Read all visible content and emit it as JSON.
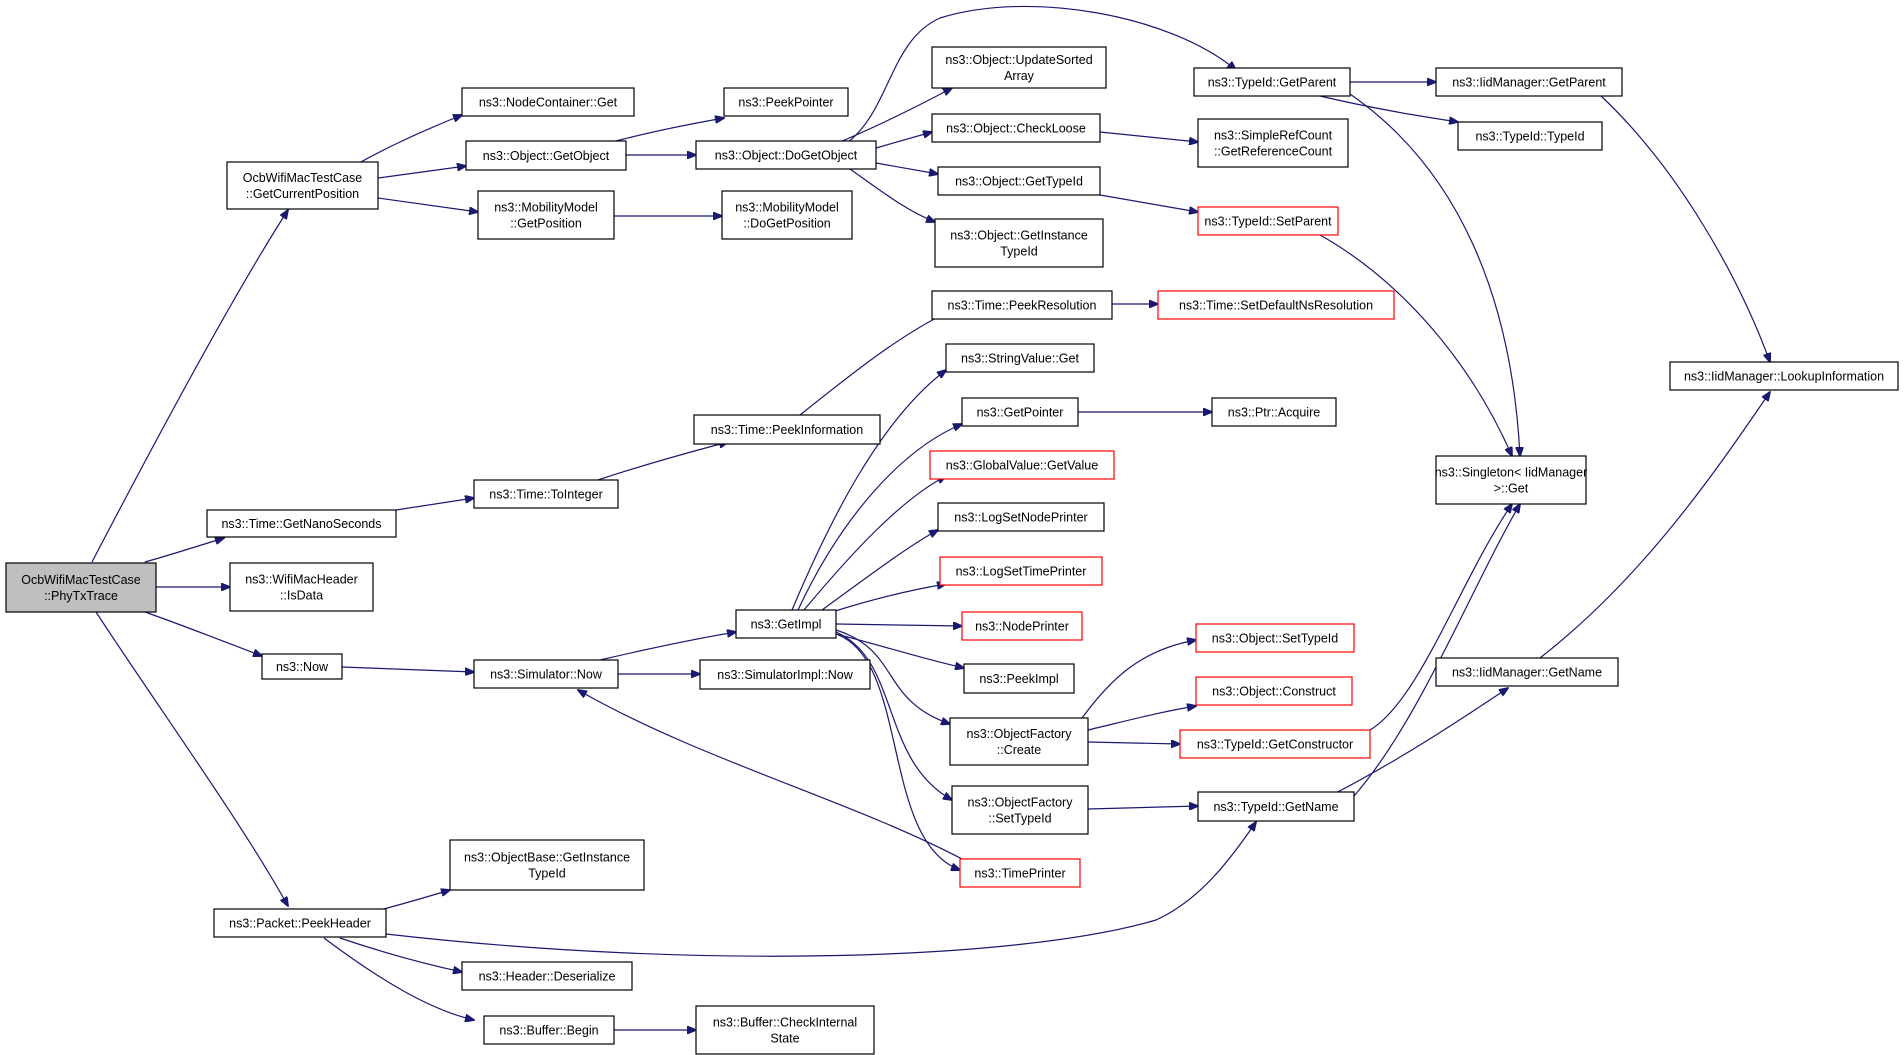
{
  "colors": {
    "edge": "#191970",
    "node_border": "#000000",
    "highlighted_border": "#ff0000",
    "root_fill": "#bfbfbf",
    "background": "#ffffff"
  },
  "nodes": [
    {
      "id": "n_phytx",
      "lines": [
        "OcbWifiMacTestCase",
        "::PhyTxTrace"
      ],
      "style": "root"
    },
    {
      "id": "n_getcurpos",
      "lines": [
        "OcbWifiMacTestCase",
        "::GetCurrentPosition"
      ],
      "style": "normal"
    },
    {
      "id": "n_getnano",
      "lines": [
        "ns3::Time::GetNanoSeconds"
      ],
      "style": "normal"
    },
    {
      "id": "n_isdata",
      "lines": [
        "ns3::WifiMacHeader",
        "::IsData"
      ],
      "style": "normal"
    },
    {
      "id": "n_now",
      "lines": [
        "ns3::Now"
      ],
      "style": "normal"
    },
    {
      "id": "n_peekheader",
      "lines": [
        "ns3::Packet::PeekHeader"
      ],
      "style": "normal"
    },
    {
      "id": "n_nodecontget",
      "lines": [
        "ns3::NodeContainer::Get"
      ],
      "style": "normal"
    },
    {
      "id": "n_objgetobj",
      "lines": [
        "ns3::Object::GetObject"
      ],
      "style": "normal"
    },
    {
      "id": "n_mobgetpos",
      "lines": [
        "ns3::MobilityModel",
        "::GetPosition"
      ],
      "style": "normal"
    },
    {
      "id": "n_peekptr",
      "lines": [
        "ns3::PeekPointer"
      ],
      "style": "normal"
    },
    {
      "id": "n_dogetobj",
      "lines": [
        "ns3::Object::DoGetObject"
      ],
      "style": "normal"
    },
    {
      "id": "n_mobdogetpos",
      "lines": [
        "ns3::MobilityModel",
        "::DoGetPosition"
      ],
      "style": "normal"
    },
    {
      "id": "n_updsorted",
      "lines": [
        "ns3::Object::UpdateSorted",
        "Array"
      ],
      "style": "normal"
    },
    {
      "id": "n_checkloose",
      "lines": [
        "ns3::Object::CheckLoose"
      ],
      "style": "normal"
    },
    {
      "id": "n_objgettid",
      "lines": [
        "ns3::Object::GetTypeId"
      ],
      "style": "normal"
    },
    {
      "id": "n_objgetinst",
      "lines": [
        "ns3::Object::GetInstance",
        "TypeId"
      ],
      "style": "normal"
    },
    {
      "id": "n_tidgetparent",
      "lines": [
        "ns3::TypeId::GetParent"
      ],
      "style": "normal"
    },
    {
      "id": "n_simplerefcount",
      "lines": [
        "ns3::SimpleRefCount",
        "::GetReferenceCount"
      ],
      "style": "normal"
    },
    {
      "id": "n_tidsetparent",
      "lines": [
        "ns3::TypeId::SetParent"
      ],
      "style": "red"
    },
    {
      "id": "n_iidgetparent",
      "lines": [
        "ns3::IidManager::GetParent"
      ],
      "style": "normal"
    },
    {
      "id": "n_tidtid",
      "lines": [
        "ns3::TypeId::TypeId"
      ],
      "style": "normal"
    },
    {
      "id": "n_lookupinfo",
      "lines": [
        "ns3::IidManager::LookupInformation"
      ],
      "style": "normal"
    },
    {
      "id": "n_singleton",
      "lines": [
        "ns3::Singleton< IidManager",
        ">::Get"
      ],
      "style": "normal"
    },
    {
      "id": "n_totime",
      "lines": [
        "ns3::Time::ToInteger"
      ],
      "style": "normal"
    },
    {
      "id": "n_peekinfo",
      "lines": [
        "ns3::Time::PeekInformation"
      ],
      "style": "normal"
    },
    {
      "id": "n_peekres",
      "lines": [
        "ns3::Time::PeekResolution"
      ],
      "style": "normal"
    },
    {
      "id": "n_setdefres",
      "lines": [
        "ns3::Time::SetDefaultNsResolution"
      ],
      "style": "red"
    },
    {
      "id": "n_stringget",
      "lines": [
        "ns3::StringValue::Get"
      ],
      "style": "normal"
    },
    {
      "id": "n_getpointer",
      "lines": [
        "ns3::GetPointer"
      ],
      "style": "normal"
    },
    {
      "id": "n_ptracquire",
      "lines": [
        "ns3::Ptr::Acquire"
      ],
      "style": "normal"
    },
    {
      "id": "n_globalget",
      "lines": [
        "ns3::GlobalValue::GetValue"
      ],
      "style": "red"
    },
    {
      "id": "n_lognode",
      "lines": [
        "ns3::LogSetNodePrinter"
      ],
      "style": "normal"
    },
    {
      "id": "n_logtime",
      "lines": [
        "ns3::LogSetTimePrinter"
      ],
      "style": "red"
    },
    {
      "id": "n_getimpl",
      "lines": [
        "ns3::GetImpl"
      ],
      "style": "normal"
    },
    {
      "id": "n_nodeprinter",
      "lines": [
        "ns3::NodePrinter"
      ],
      "style": "red"
    },
    {
      "id": "n_peekimpl",
      "lines": [
        "ns3::PeekImpl"
      ],
      "style": "normal"
    },
    {
      "id": "n_simnow",
      "lines": [
        "ns3::Simulator::Now"
      ],
      "style": "normal"
    },
    {
      "id": "n_simimplnow",
      "lines": [
        "ns3::SimulatorImpl::Now"
      ],
      "style": "normal"
    },
    {
      "id": "n_ofcreate",
      "lines": [
        "ns3::ObjectFactory",
        "::Create"
      ],
      "style": "normal"
    },
    {
      "id": "n_ofsettid",
      "lines": [
        "ns3::ObjectFactory",
        "::SetTypeId"
      ],
      "style": "normal"
    },
    {
      "id": "n_timeprinter",
      "lines": [
        "ns3::TimePrinter"
      ],
      "style": "red"
    },
    {
      "id": "n_objsettid",
      "lines": [
        "ns3::Object::SetTypeId"
      ],
      "style": "red"
    },
    {
      "id": "n_objconstruct",
      "lines": [
        "ns3::Object::Construct"
      ],
      "style": "red"
    },
    {
      "id": "n_tidgetctor",
      "lines": [
        "ns3::TypeId::GetConstructor"
      ],
      "style": "red"
    },
    {
      "id": "n_tidgetname",
      "lines": [
        "ns3::TypeId::GetName"
      ],
      "style": "normal"
    },
    {
      "id": "n_iidgetname",
      "lines": [
        "ns3::IidManager::GetName"
      ],
      "style": "normal"
    },
    {
      "id": "n_objbasegetinst",
      "lines": [
        "ns3::ObjectBase::GetInstance",
        "TypeId"
      ],
      "style": "normal"
    },
    {
      "id": "n_headerdeser",
      "lines": [
        "ns3::Header::Deserialize"
      ],
      "style": "normal"
    },
    {
      "id": "n_bufbegin",
      "lines": [
        "ns3::Buffer::Begin"
      ],
      "style": "normal"
    },
    {
      "id": "n_bufcheck",
      "lines": [
        "ns3::Buffer::CheckInternal",
        "State"
      ],
      "style": "normal"
    }
  ]
}
